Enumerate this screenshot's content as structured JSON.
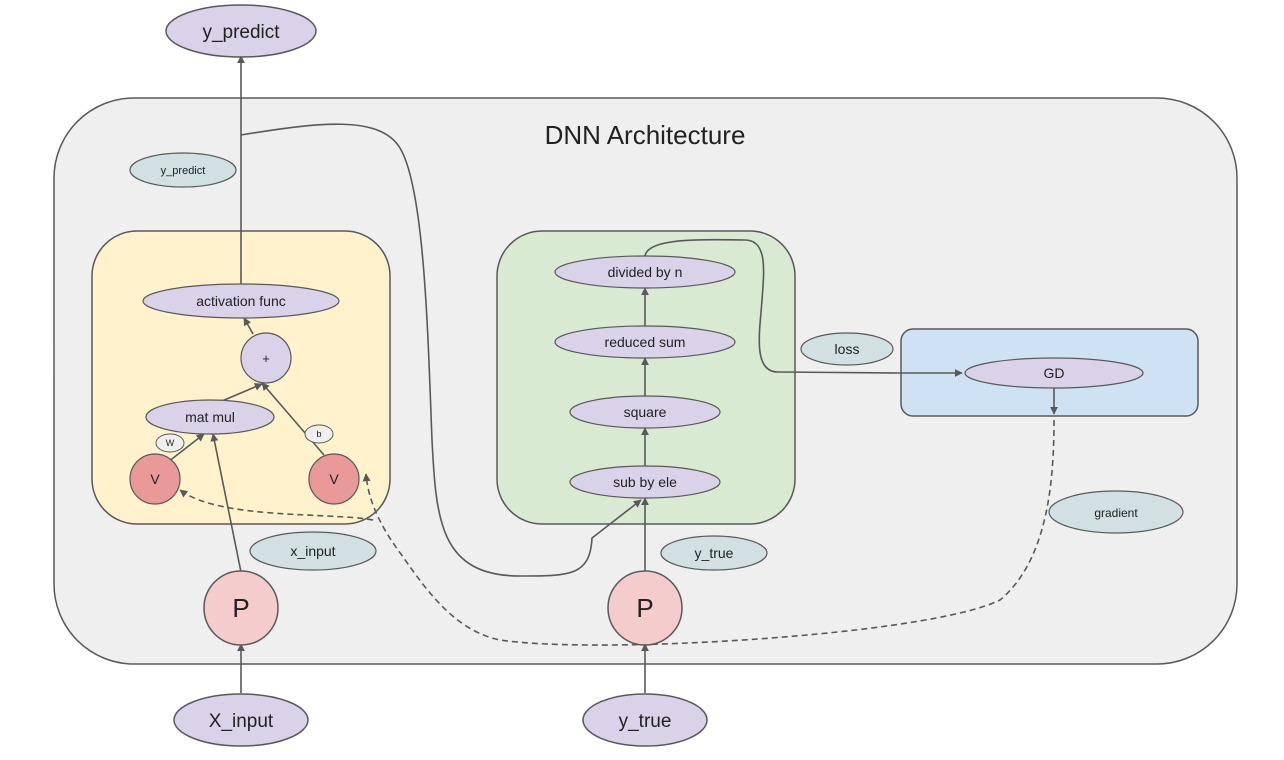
{
  "title": "DNN Architecture",
  "colors": {
    "outer_fill": "#efefef",
    "model_fill": "#fff2cc",
    "loss_fill": "#d9ead3",
    "optimizer_fill": "#cfe2f3",
    "op_node": "#d9d2e9",
    "tensor_node": "#d0e0e3",
    "placeholder_node": "#f4cccc",
    "variable_node": "#ea9999",
    "stroke": "#595959"
  },
  "nodes": {
    "y_predict_out": "y_predict",
    "y_predict_tensor": "y_predict",
    "activation": "activation func",
    "add": "+",
    "matmul": "mat mul",
    "w_tag": "W",
    "b_tag": "b",
    "var_w": "V",
    "var_b": "V",
    "x_input_tensor": "x_input",
    "placeholder_x": "P",
    "x_input_in": "X_input",
    "divided": "divided by n",
    "reduced_sum": "reduced sum",
    "square": "square",
    "sub": "sub by ele",
    "y_true_tensor": "y_true",
    "placeholder_y": "P",
    "y_true_in": "y_true",
    "loss": "loss",
    "gd": "GD",
    "gradient": "gradient"
  }
}
